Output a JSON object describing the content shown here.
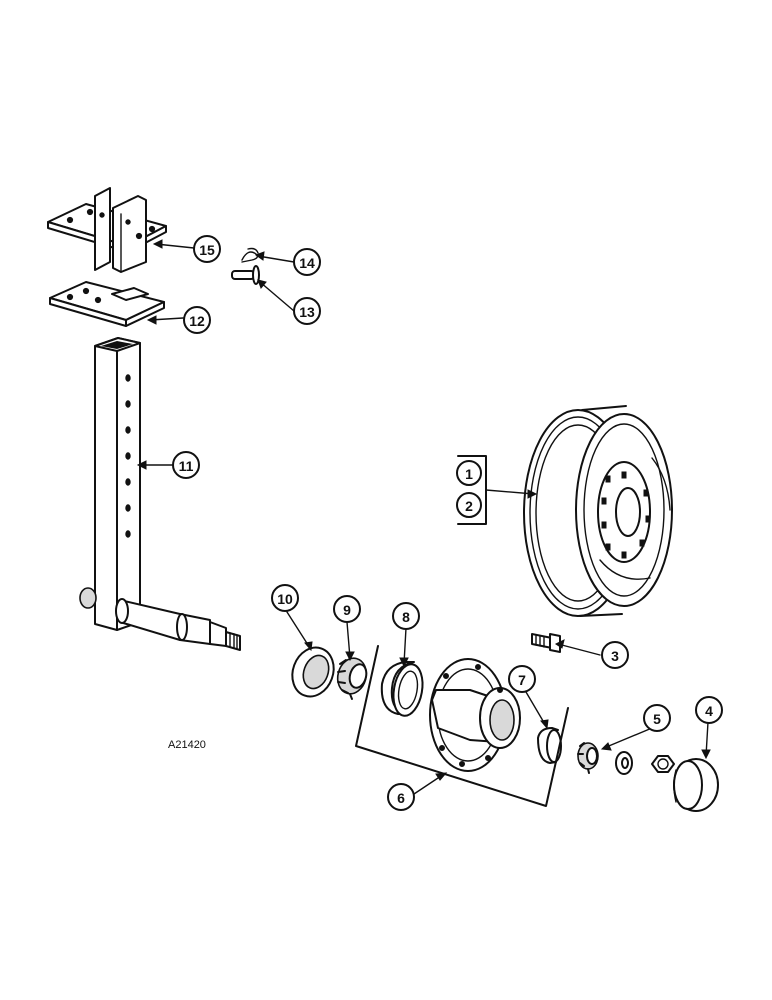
{
  "diagram": {
    "reference_code": "A21420",
    "callouts": [
      {
        "id": "callout-1",
        "label": "1"
      },
      {
        "id": "callout-2",
        "label": "2"
      },
      {
        "id": "callout-3",
        "label": "3"
      },
      {
        "id": "callout-4",
        "label": "4"
      },
      {
        "id": "callout-5",
        "label": "5"
      },
      {
        "id": "callout-6",
        "label": "6"
      },
      {
        "id": "callout-7",
        "label": "7"
      },
      {
        "id": "callout-8",
        "label": "8"
      },
      {
        "id": "callout-9",
        "label": "9"
      },
      {
        "id": "callout-10",
        "label": "10"
      },
      {
        "id": "callout-11",
        "label": "11"
      },
      {
        "id": "callout-12",
        "label": "12"
      },
      {
        "id": "callout-13",
        "label": "13"
      },
      {
        "id": "callout-14",
        "label": "14"
      },
      {
        "id": "callout-15",
        "label": "15"
      }
    ]
  }
}
